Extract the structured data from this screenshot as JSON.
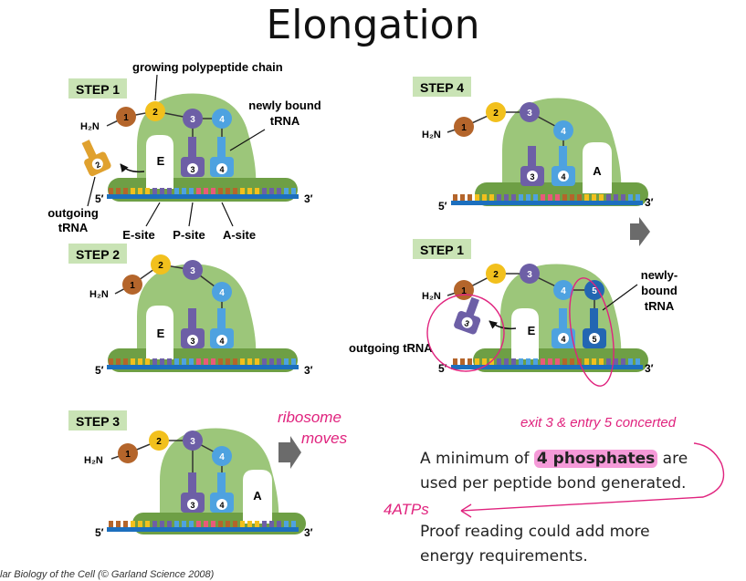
{
  "title": "Elongation",
  "labels": {
    "step1": "STEP 1",
    "step2": "STEP 2",
    "step3": "STEP 3",
    "step4": "STEP 4",
    "growing_chain": "growing polypeptide chain",
    "newly_bound": [
      "newly bound",
      "tRNA"
    ],
    "newly_bound_right": [
      "newly-",
      "bound",
      "tRNA"
    ],
    "outgoing": [
      "outgoing",
      "tRNA"
    ],
    "outgoing_inline": "outgoing tRNA",
    "h2n": "H₂N",
    "five_prime": "5′",
    "three_prime": "3′",
    "site_e": "E",
    "site_a": "A",
    "e_site": "E-site",
    "p_site": "P-site",
    "a_site": "A-site"
  },
  "aa_numbers": [
    "1",
    "2",
    "3",
    "4",
    "5"
  ],
  "handwritten": {
    "ribosome_moves": [
      "ribosome",
      "moves"
    ],
    "exit_entry": "exit 3 & entry 5 concerted",
    "atps": "4ATPs"
  },
  "text": {
    "line1_pre": "A minimum of",
    "line1_hl": "4 phosphates",
    "line1_post": "are",
    "line2": "used per peptide bond generated.",
    "line3": "Proof reading could add more",
    "line4": "energy requirements."
  },
  "credit": "lar Biology of the Cell (© Garland Science 2008)",
  "colors": {
    "ribosome": "#9cc67a",
    "ribosome_dark": "#6e9f45",
    "mrna": "#1c6fbe",
    "aa1": "#b4652b",
    "aa2": "#f2c01d",
    "aa3": "#6d5fa6",
    "aa4": "#4ea2e0",
    "aa5": "#2366b2",
    "trna_orange": "#e0a12e",
    "annotation": "#e0237e",
    "step_box": "#c9e3b5"
  }
}
